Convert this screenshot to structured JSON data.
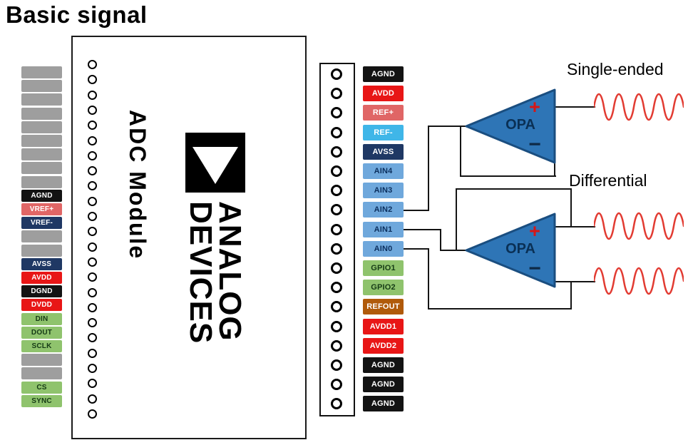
{
  "title": "Basic signal",
  "board": {
    "module_label": "ADC Module",
    "brand_line1": "ANALOG",
    "brand_line2": "DEVICES"
  },
  "annotations": {
    "single_ended": "Single-ended",
    "differential": "Differential"
  },
  "opamp": {
    "label": "OPA",
    "plus_sign": "+",
    "minus_sign": "−"
  },
  "palette": {
    "gray": "#9e9e9e",
    "black": "#131313",
    "red": "#e81616",
    "salmon": "#e06666",
    "navy": "#1f3864",
    "green": "#8fc36d",
    "green_text": "#153a15",
    "blue": "#6fa8dc",
    "blue_text": "#0b2f5e",
    "cyan": "#3fb6e8",
    "brown": "#b05a0a",
    "white": "#ffffff",
    "wire": "#141414",
    "wave": "#e23b32",
    "opamp_fill": "#2e75b6",
    "opamp_stroke": "#1a4e80"
  },
  "left_pins": [
    {
      "bg": "gray"
    },
    {
      "bg": "gray"
    },
    {
      "bg": "gray"
    },
    {
      "bg": "gray"
    },
    {
      "bg": "gray"
    },
    {
      "bg": "gray"
    },
    {
      "bg": "gray"
    },
    {
      "bg": "gray"
    },
    {
      "bg": "gray"
    },
    {
      "label": "AGND",
      "bg": "black",
      "fg": "white"
    },
    {
      "label": "VREF+",
      "bg": "salmon",
      "fg": "white"
    },
    {
      "label": "VREF-",
      "bg": "navy",
      "fg": "white"
    },
    {
      "bg": "gray"
    },
    {
      "bg": "gray"
    },
    {
      "label": "AVSS",
      "bg": "navy",
      "fg": "white"
    },
    {
      "label": "AVDD",
      "bg": "red",
      "fg": "white"
    },
    {
      "label": "DGND",
      "bg": "black",
      "fg": "white"
    },
    {
      "label": "DVDD",
      "bg": "red",
      "fg": "white"
    },
    {
      "label": "DIN",
      "bg": "green",
      "fg": "green_text"
    },
    {
      "label": "DOUT",
      "bg": "green",
      "fg": "green_text"
    },
    {
      "label": "SCLK",
      "bg": "green",
      "fg": "green_text"
    },
    {
      "bg": "gray"
    },
    {
      "bg": "gray"
    },
    {
      "label": "CS",
      "bg": "green",
      "fg": "green_text"
    },
    {
      "label": "SYNC",
      "bg": "green",
      "fg": "green_text"
    }
  ],
  "right_pins": [
    {
      "label": "AGND",
      "bg": "black",
      "fg": "white"
    },
    {
      "label": "AVDD",
      "bg": "red",
      "fg": "white"
    },
    {
      "label": "REF+",
      "bg": "salmon",
      "fg": "white"
    },
    {
      "label": "REF-",
      "bg": "cyan",
      "fg": "white"
    },
    {
      "label": "AVSS",
      "bg": "navy",
      "fg": "white"
    },
    {
      "label": "AIN4",
      "bg": "blue",
      "fg": "blue_text"
    },
    {
      "label": "AIN3",
      "bg": "blue",
      "fg": "blue_text"
    },
    {
      "label": "AIN2",
      "bg": "blue",
      "fg": "blue_text"
    },
    {
      "label": "AIN1",
      "bg": "blue",
      "fg": "blue_text"
    },
    {
      "label": "AIN0",
      "bg": "blue",
      "fg": "blue_text"
    },
    {
      "label": "GPIO1",
      "bg": "green",
      "fg": "green_text"
    },
    {
      "label": "GPIO2",
      "bg": "green",
      "fg": "green_text"
    },
    {
      "label": "REFOUT",
      "bg": "brown",
      "fg": "white"
    },
    {
      "label": "AVDD1",
      "bg": "red",
      "fg": "white"
    },
    {
      "label": "AVDD2",
      "bg": "red",
      "fg": "white"
    },
    {
      "label": "AGND",
      "bg": "black",
      "fg": "white"
    },
    {
      "label": "AGND",
      "bg": "black",
      "fg": "white"
    },
    {
      "label": "AGND",
      "bg": "black",
      "fg": "white"
    }
  ]
}
